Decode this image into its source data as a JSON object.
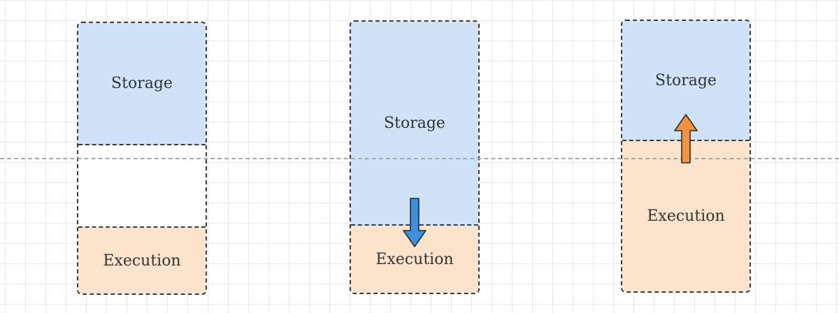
{
  "diagram": {
    "colors": {
      "storage": "#cfe2f8",
      "execution": "#fce3cb",
      "border": "#3a3a3a",
      "midline": "#a8a8a8",
      "arrow_down": "#3d8fe0",
      "arrow_up": "#f5923e"
    },
    "columns": [
      {
        "storage_label": "Storage",
        "execution_label": "Execution"
      },
      {
        "storage_label": "Storage",
        "execution_label": "Execution",
        "arrow": "arrow-down-icon"
      },
      {
        "storage_label": "Storage",
        "execution_label": "Execution",
        "arrow": "arrow-up-icon"
      }
    ]
  }
}
